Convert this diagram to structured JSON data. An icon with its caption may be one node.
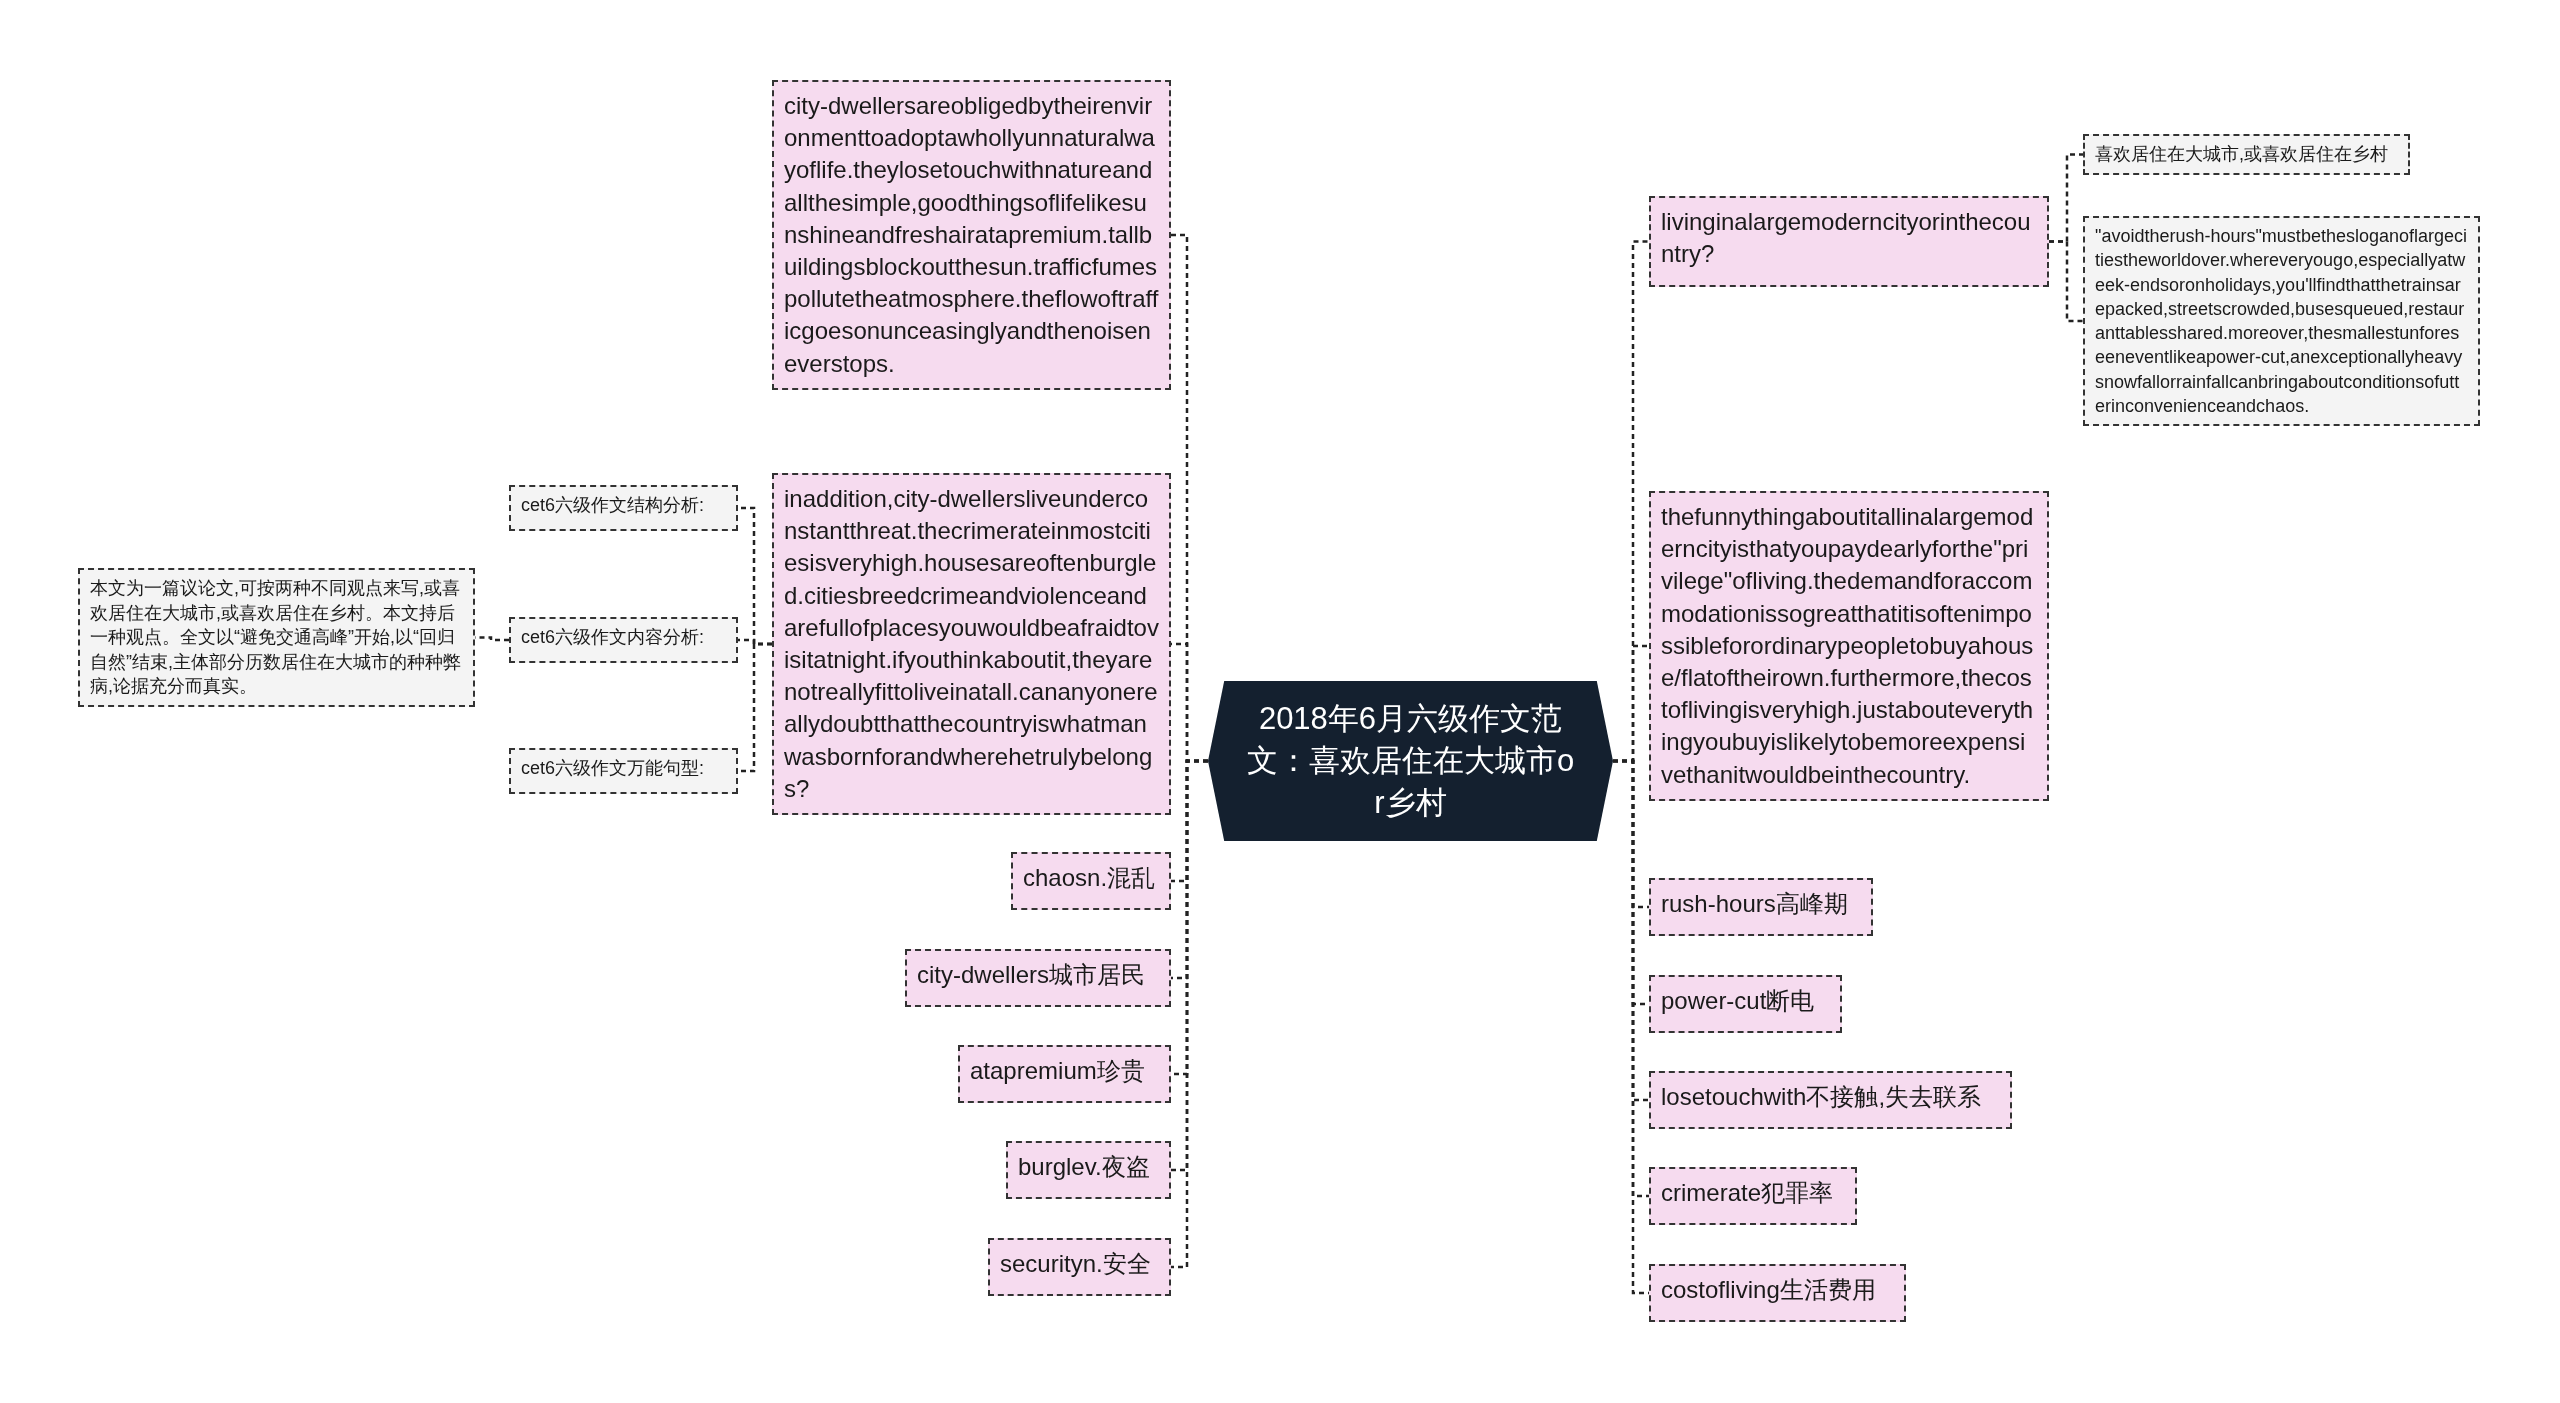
{
  "diagram": {
    "nodes": [
      {
        "text": [
          "2018年6月六级作文范文：喜欢居住在大城市or乡村"
        ]
      },
      {
        "text": [
          "city-dwellersareobligedbytheirenvironmenttoadoptawhollyunnaturalwayoflife.theylosetouchwithnatureandallthesimple,goodthingsoflifelikesunshineandfreshairatapremium.tallbuildingsblockoutthesun.trafficfumespollutetheatmosphere.theflowoftrafficgoesonunceasinglyandthenoiseneverstops."
        ]
      },
      {
        "text": [
          "inaddition,city-dwellersliveunderconstantthreat.thecrimerateinmostcitiesisveryhigh.housesareoftenburgled.citiesbreedcrimeandviolenceandarefullofplacesyouwouldbeafraidtovisitatnight.ifyouthinkaboutit,theyarenotreallyfittoliveinatall.cananyonereallydoubtthatthecountryiswhatmanwasbornforandwherehetrulybelongs?"
        ]
      },
      {
        "text": [
          "chaosn.混乱"
        ]
      },
      {
        "text": [
          "city-dwellers城市居民"
        ]
      },
      {
        "text": [
          "atapremium珍贵"
        ]
      },
      {
        "text": [
          "burglev.夜盗"
        ]
      },
      {
        "text": [
          "securityn.安全"
        ]
      },
      {
        "text": [
          "cet6六级作文结构分析:"
        ]
      },
      {
        "text": [
          "cet6六级作文内容分析:"
        ]
      },
      {
        "text": [
          "cet6六级作文万能句型:"
        ]
      },
      {
        "text": [
          "本文为一篇议论文,可按两种不同观点来写,或喜欢居住在大城市,或喜欢居住在乡村。本文持后一种观点。全文以“避免交通高峰”开始,以“回归自然”结束,主体部分历数居住在大城市的种种弊病,论据充分而真实。"
        ]
      },
      {
        "text": [
          "livinginalargemoderncityorinthecountry?"
        ]
      },
      {
        "text": [
          "喜欢居住在大城市,或喜欢居住在乡村"
        ]
      },
      {
        "text": [
          "\"avoidtherush-hours\"mustbethesloganoflargecitiestheworldover.whereveryougo,especiallyatweek-endsoronholidays,you'llfindthatthetrainsarepacked,streetscrowded,busesqueued,restauranttablesshared.moreover,thesmallestunforeseeneventlikeapower-cut,anexceptionallyheavysnowfallorrainfallcanbringaboutconditionsofutterinconvenienceandchaos."
        ]
      },
      {
        "text": [
          "thefunnythingaboutitallinalargemoderncityisthatyoupaydearlyforthe\"privilege\"ofliving.thedemandforaccommodationissogreatthatitisoftenimpossibleforordinarypeopletobuyahouse/flatoftheirown.furthermore,thecostoflivingisveryhigh.justabouteverythingyoubuyislikelytobemoreexpensivethanitwouldbeinthecountry."
        ]
      },
      {
        "text": [
          "rush-hours高峰期"
        ]
      },
      {
        "text": [
          "power-cut断电"
        ]
      },
      {
        "text": [
          "losetouchwith不接触,失去联系"
        ]
      },
      {
        "text": [
          "crimerate犯罪率"
        ]
      },
      {
        "text": [
          "costofliving生活费用"
        ]
      }
    ],
    "edges": [
      {
        "from": 0,
        "to": 1,
        "arrow": "none"
      },
      {
        "from": 0,
        "to": 2,
        "arrow": "none"
      },
      {
        "from": 0,
        "to": 3,
        "arrow": "none"
      },
      {
        "from": 0,
        "to": 4,
        "arrow": "none"
      },
      {
        "from": 0,
        "to": 5,
        "arrow": "none"
      },
      {
        "from": 0,
        "to": 6,
        "arrow": "none"
      },
      {
        "from": 0,
        "to": 7,
        "arrow": "none"
      },
      {
        "from": 2,
        "to": 8,
        "arrow": "none"
      },
      {
        "from": 2,
        "to": 9,
        "arrow": "none"
      },
      {
        "from": 2,
        "to": 10,
        "arrow": "none"
      },
      {
        "from": 9,
        "to": 11,
        "arrow": "none"
      },
      {
        "from": 0,
        "to": 12,
        "arrow": "none"
      },
      {
        "from": 12,
        "to": 13,
        "arrow": "none"
      },
      {
        "from": 12,
        "to": 14,
        "arrow": "none"
      },
      {
        "from": 0,
        "to": 15,
        "arrow": "none"
      },
      {
        "from": 0,
        "to": 16,
        "arrow": "none"
      },
      {
        "from": 0,
        "to": 17,
        "arrow": "none"
      },
      {
        "from": 0,
        "to": 18,
        "arrow": "none"
      },
      {
        "from": 0,
        "to": 19,
        "arrow": "none"
      },
      {
        "from": 0,
        "to": 20,
        "arrow": "none"
      }
    ]
  }
}
